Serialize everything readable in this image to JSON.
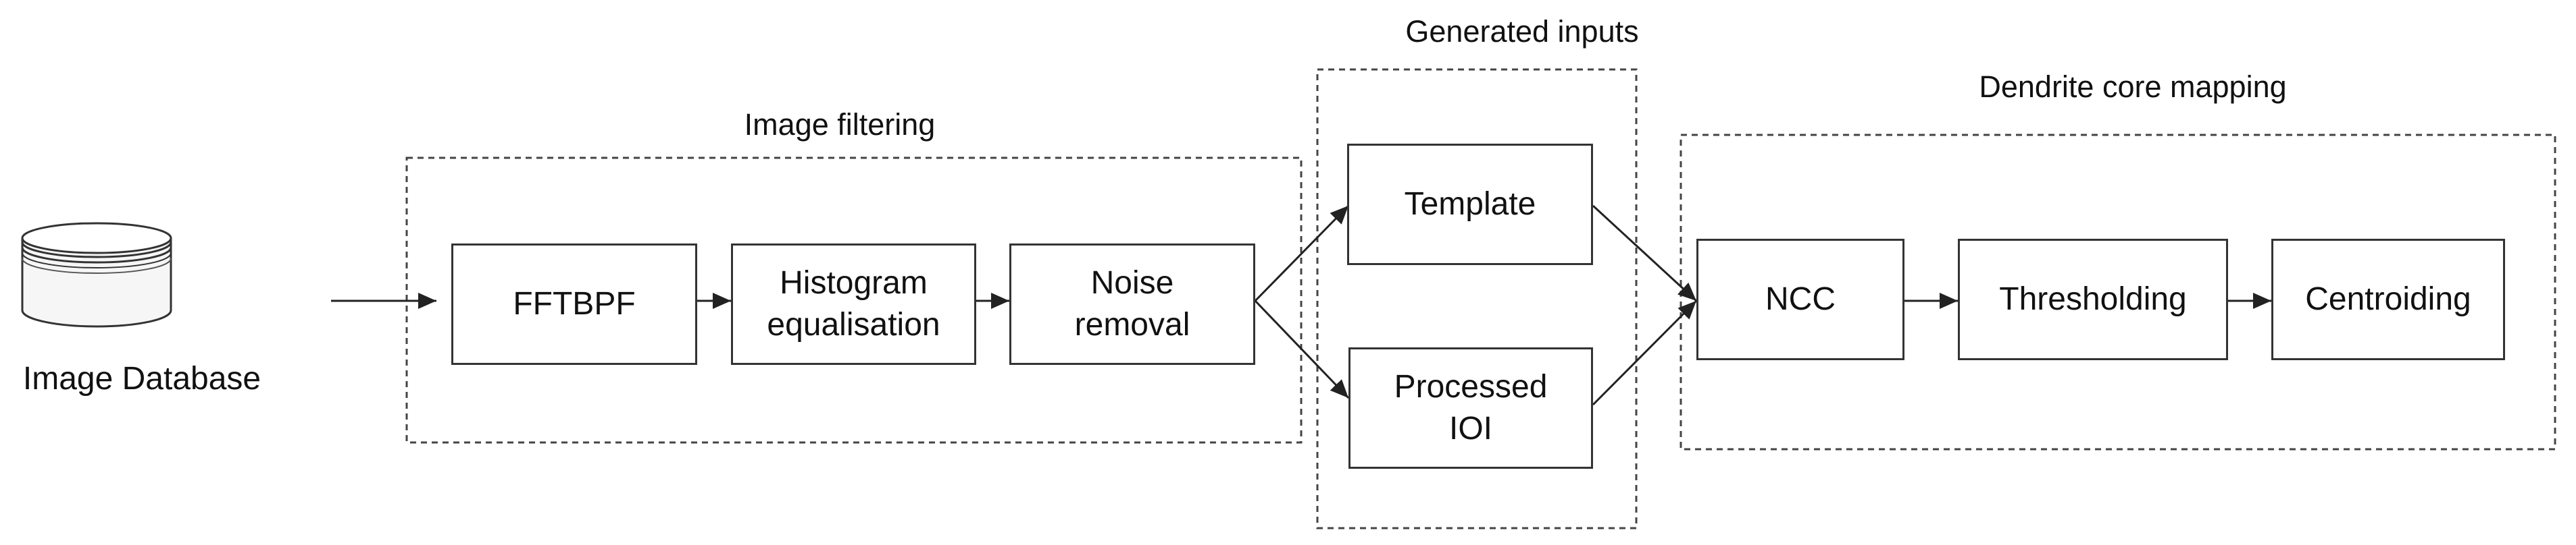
{
  "database": {
    "label": "Image Database",
    "icon": "database-icon"
  },
  "groups": {
    "filtering": {
      "title": "Image filtering"
    },
    "generated": {
      "title": "Generated inputs"
    },
    "mapping": {
      "title": "Dendrite core mapping"
    }
  },
  "steps": {
    "fftbpf": "FFTBPF",
    "histogram": "Histogram\nequalisation",
    "noise": "Noise\nremoval",
    "template": "Template",
    "processed": "Processed\nIOI",
    "ncc": "NCC",
    "thresholding": "Thresholding",
    "centroiding": "Centroiding"
  },
  "colors": {
    "stroke": "#333333",
    "dash": "#444444",
    "text": "#111111",
    "background": "#ffffff"
  }
}
